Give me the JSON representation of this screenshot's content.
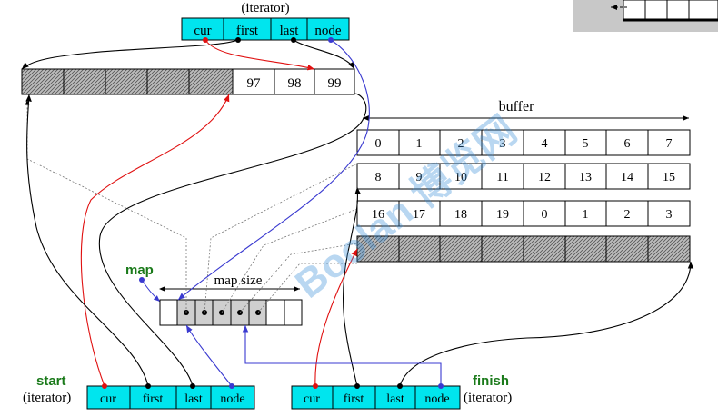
{
  "top_iterator": {
    "caption": "(iterator)",
    "fields": [
      "cur",
      "first",
      "last",
      "node"
    ]
  },
  "top_buffer": {
    "values": [
      "97",
      "98",
      "99"
    ]
  },
  "buffer": {
    "label": "buffer",
    "rows": [
      [
        "0",
        "1",
        "2",
        "3",
        "4",
        "5",
        "6",
        "7"
      ],
      [
        "8",
        "9",
        "10",
        "11",
        "12",
        "13",
        "14",
        "15"
      ],
      [
        "16",
        "17",
        "18",
        "19",
        "0",
        "1",
        "2",
        "3"
      ]
    ]
  },
  "map": {
    "label": "map",
    "size_label": "map  size"
  },
  "start": {
    "label": "start",
    "caption": "(iterator)",
    "fields": [
      "cur",
      "first",
      "last",
      "node"
    ]
  },
  "finish": {
    "label": "finish",
    "caption": "(iterator)",
    "fields": [
      "cur",
      "first",
      "last",
      "node"
    ]
  },
  "watermark": {
    "text": "Boolan 博览网"
  },
  "colors": {
    "cyan": "#00e5ee",
    "red": "#e01010",
    "blue": "#3a3ad0",
    "green": "#1a7a1a"
  }
}
